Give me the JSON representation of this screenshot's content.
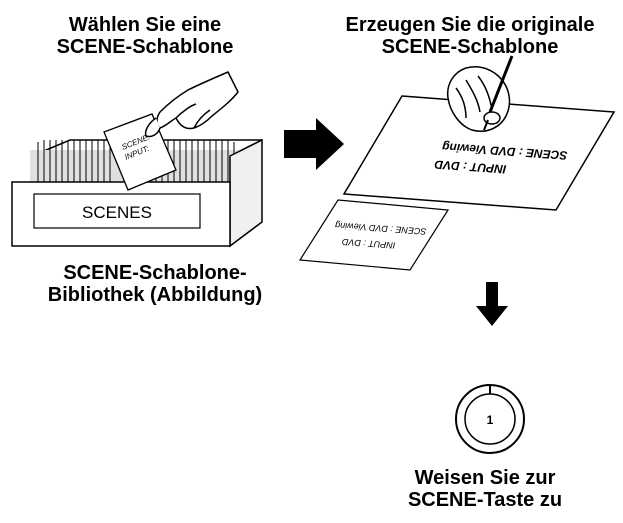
{
  "step1": {
    "title_line1": "Wählen Sie eine",
    "title_line2": "SCENE-Schablone",
    "box_label": "SCENES",
    "card_line1": "SCENE:",
    "card_line2": "INPUT:"
  },
  "library": {
    "caption_line1": "SCENE-Schablone-",
    "caption_line2": "Bibliothek (Abbildung)"
  },
  "step2": {
    "title_line1": "Erzeugen Sie die originale",
    "title_line2": "SCENE-Schablone",
    "sheet_scene": "SCENE : DVD Viewing",
    "sheet_input": "INPUT : DVD",
    "small_scene": "SCENE : DVD Viewing",
    "small_input": "INPUT : DVD"
  },
  "step3": {
    "key_number": "1",
    "caption_line1": "Weisen Sie zur",
    "caption_line2": "SCENE-Taste zu"
  }
}
